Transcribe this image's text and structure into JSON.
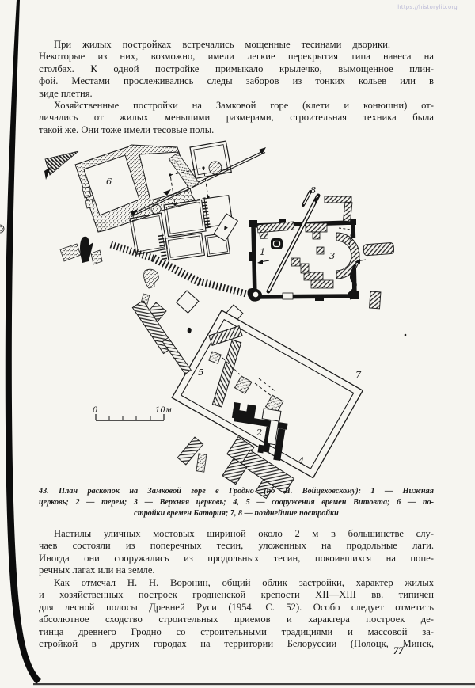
{
  "page": {
    "number": "77",
    "watermark": "https://historylib.org",
    "paper_color": "#f6f5f0",
    "ink_color": "#1b1b1b",
    "watermark_color": "#b9b8d6"
  },
  "article": {
    "p1_lines": [
      "При жилых постройках встречались мощенные тесинами дворики.",
      "Некоторые из них, возможно, имели легкие перекрытия типа навеса на",
      "столбах. К одной постройке примыкало крылечко, вымощенное плин-",
      "фой. Местами прослеживались следы заборов из тонких кольев или в",
      "виде плетня.",
      "Хозяйственные постройки на Замковой горе (клети и конюшни) от-",
      "личались от жилых меньшими размерами, строительная техника была",
      "такой же. Они тоже имели тесовые полы."
    ],
    "caption_lines": [
      "43. План раскопок на Замковой горе в Гродно (по Я. Войцеховскому): 1 — Нижняя",
      "церковь; 2 — терем; 3 — Верхняя церковь; 4, 5 — сооружения времен Витовта; 6 — по-",
      "стройки времен Батория; 7, 8 — позднейшие постройки"
    ],
    "p2_lines": [
      "Настилы уличных мостовых шириной около 2 м в большинстве слу-",
      "чаев состояли из поперечных тесин, уложенных на продольные лаги.",
      "Иногда они сооружались из продольных тесин, покоившихся на попе-",
      "речных лагах или на земле."
    ],
    "p3_lines": [
      "Как отмечал Н. Н. Воронин, общий облик застройки, характер жилых",
      "и хозяйственных построек гродненской крепости XII—XIII вв. типичен",
      "для лесной полосы Древней Руси (1954. С. 52). Особо следует отметить",
      "абсолютное сходство строительных приемов и характера построек де-",
      "тинца древнего Гродно со строительными традициями и массовой за-",
      "стройкой в других городах на территории Белоруссии (Полоцк, Минск,"
    ]
  },
  "figure": {
    "labels": {
      "l1": "1",
      "l2": "2",
      "l3": "3",
      "l4": "4",
      "l5": "5",
      "l6": "6",
      "l7": "7",
      "l8": "8"
    },
    "scale": {
      "start": "0",
      "end": "10м"
    }
  }
}
